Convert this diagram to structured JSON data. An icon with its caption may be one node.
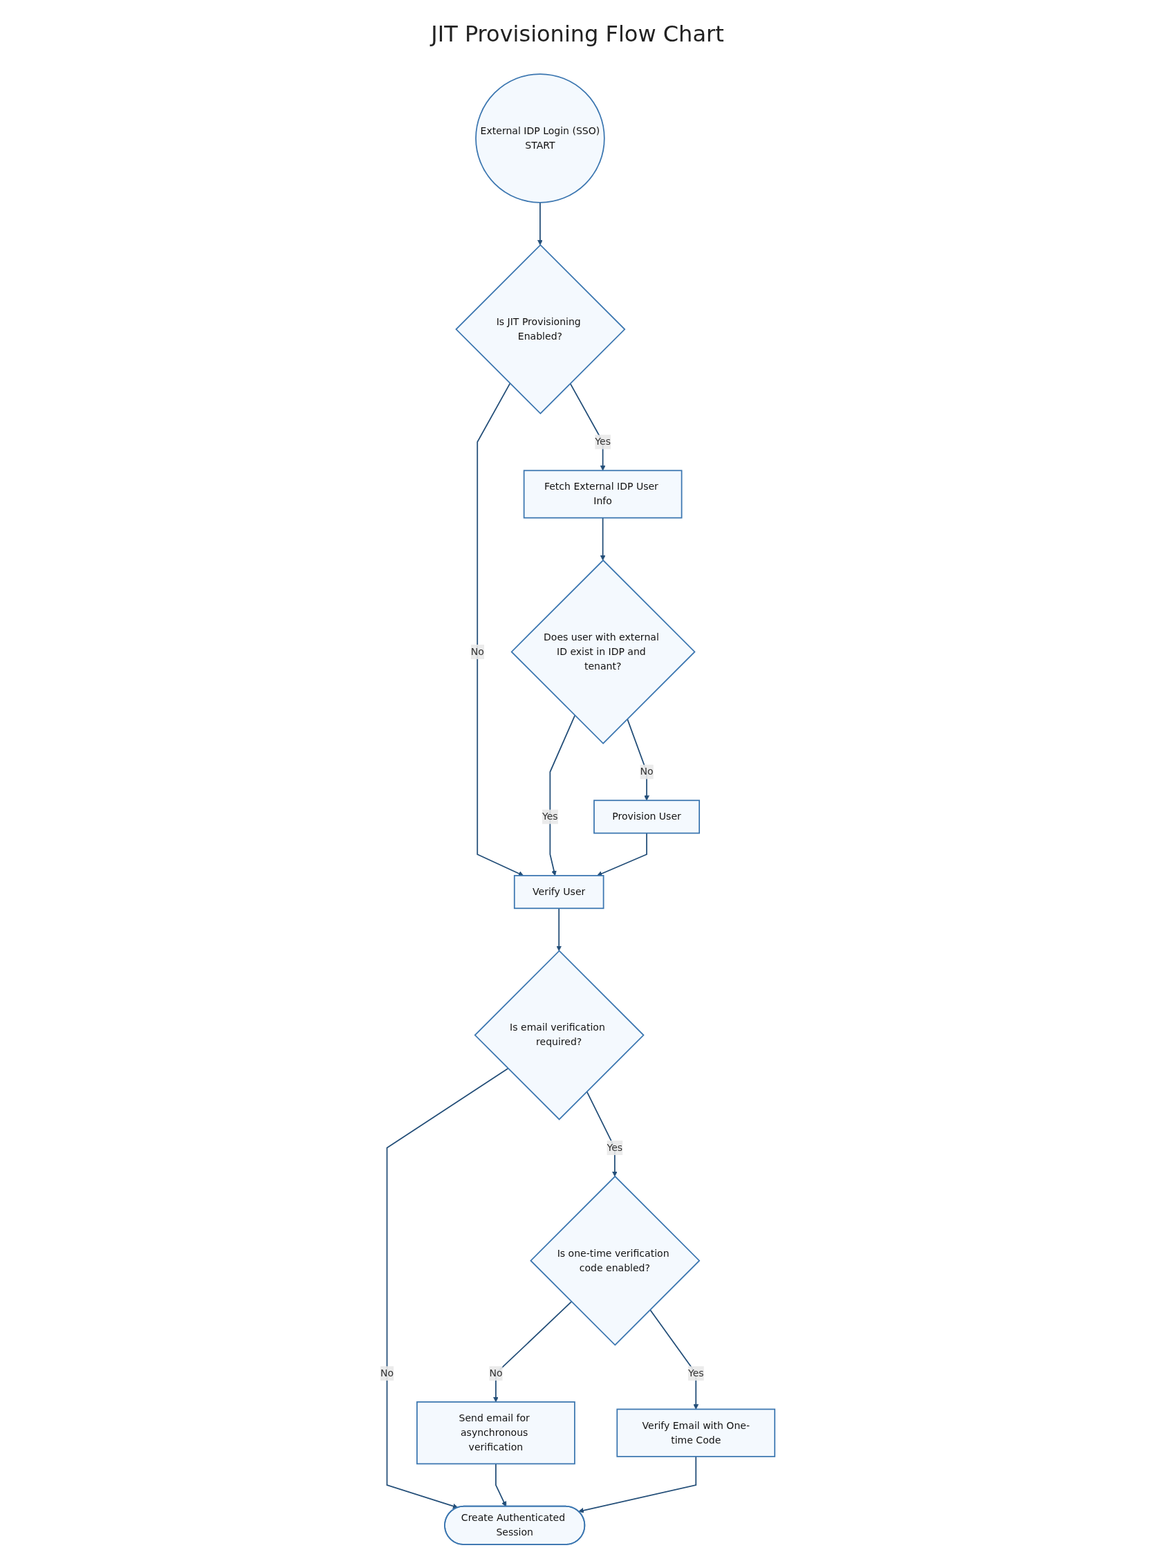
{
  "diagram": {
    "title": "JIT Provisioning Flow Chart",
    "nodes": [
      {
        "text": [
          "External IDP Login (SSO)",
          "START"
        ]
      },
      {
        "text": [
          "Is JIT Provisioning Enabled?"
        ]
      },
      {
        "text": [
          "Fetch External IDP User Info"
        ]
      },
      {
        "text": [
          "Does user with external ID exist in IDP and tenant?"
        ]
      },
      {
        "text": [
          "Provision User"
        ]
      },
      {
        "text": [
          "Verify User"
        ]
      },
      {
        "text": [
          "Is email verification required?"
        ]
      },
      {
        "text": [
          "Is one-time verification code enabled?"
        ]
      },
      {
        "text": [
          "Send email for asynchronous verification"
        ]
      },
      {
        "text": [
          "Verify Email with One-time Code"
        ]
      },
      {
        "text": [
          "Create Authenticated Session"
        ]
      }
    ],
    "edges": [
      {
        "from": 0,
        "to": 1,
        "arrow": "to"
      },
      {
        "from": 1,
        "to": 2,
        "label": "Yes",
        "arrow": "to"
      },
      {
        "from": 1,
        "to": 5,
        "label": "No",
        "arrow": "to"
      },
      {
        "from": 2,
        "to": 3,
        "arrow": "to"
      },
      {
        "from": 3,
        "to": 4,
        "label": "No",
        "arrow": "to"
      },
      {
        "from": 3,
        "to": 5,
        "label": "Yes",
        "arrow": "to"
      },
      {
        "from": 4,
        "to": 5,
        "arrow": "to"
      },
      {
        "from": 5,
        "to": 6,
        "arrow": "to"
      },
      {
        "from": 6,
        "to": 7,
        "label": "Yes",
        "arrow": "to"
      },
      {
        "from": 6,
        "to": 10,
        "label": "No",
        "arrow": "to"
      },
      {
        "from": 7,
        "to": 8,
        "label": "No",
        "arrow": "to"
      },
      {
        "from": 7,
        "to": 9,
        "label": "Yes",
        "arrow": "to"
      },
      {
        "from": 8,
        "to": 10,
        "arrow": "to"
      },
      {
        "from": 9,
        "to": 10,
        "arrow": "to"
      }
    ]
  }
}
